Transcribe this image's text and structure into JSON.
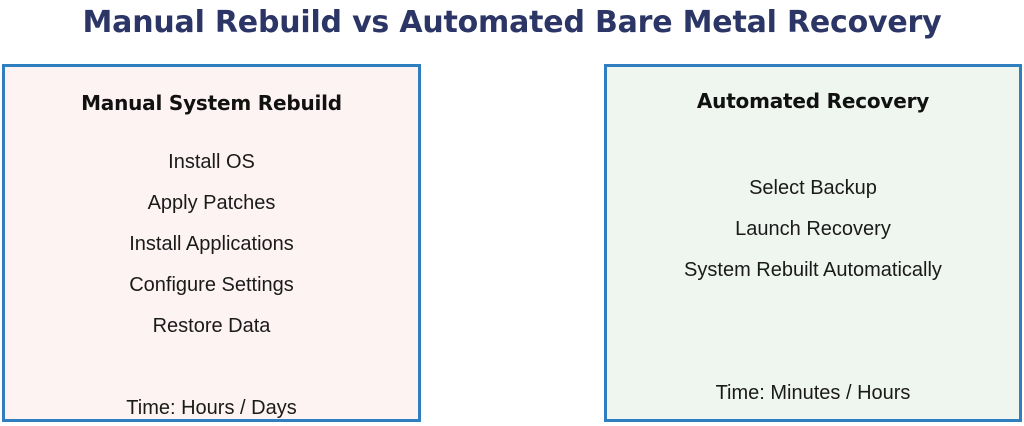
{
  "title": "Manual Rebuild vs Automated Bare Metal Recovery",
  "theme": {
    "title_color": "#2b3566",
    "border_color": "#2f7ec0",
    "left_panel_bg": "#fdf3f3",
    "right_panel_bg": "#eff5ef",
    "text_color": "#1a1a1a",
    "heading_color": "#111111",
    "page_bg": "#ffffff"
  },
  "panels": [
    {
      "id": "manual-system-rebuild",
      "heading": "Manual System Rebuild",
      "steps": [
        "Install OS",
        "Apply Patches",
        "Install Applications",
        "Configure Settings",
        "Restore Data"
      ],
      "spacer_lines": 1,
      "time": "Time: Hours / Days"
    },
    {
      "id": "automated-recovery",
      "heading": "Automated Recovery",
      "steps": [
        "Select Backup",
        "Launch Recovery",
        "System Rebuilt Automatically"
      ],
      "spacer_lines": 2,
      "time": "Time: Minutes / Hours"
    }
  ]
}
